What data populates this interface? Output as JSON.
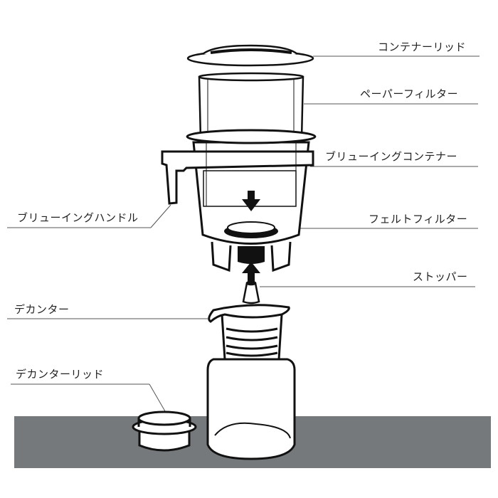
{
  "diagram": {
    "subject": "cold brew coffee maker exploded view",
    "background_band_color": "#76797b",
    "line_color": "#111111",
    "labels": {
      "container_lid": "コンテナーリッド",
      "paper_filter": "ペーパーフィルター",
      "brewing_container": "ブリューイングコンテナー",
      "brewing_handle": "ブリューイングハンドル",
      "felt_filter": "フェルトフィルター",
      "stopper": "ストッパー",
      "decanter": "デカンター",
      "decanter_lid": "デカンターリッド"
    }
  }
}
